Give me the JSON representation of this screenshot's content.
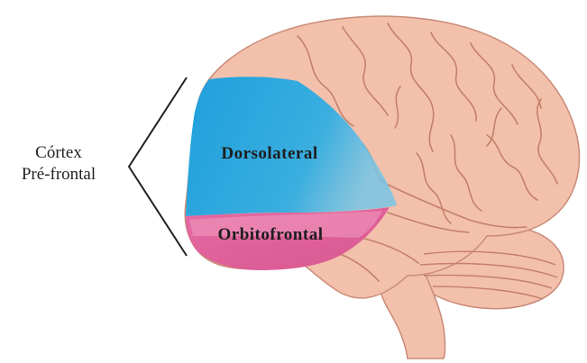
{
  "labels": {
    "side_label_line1": "Córtex",
    "side_label_line2": "Pré-frontal",
    "region_dorsolateral": "Dorsolateral",
    "region_orbitofrontal": "Orbitofrontal"
  },
  "colors": {
    "brain_fill": "#f3c0ab",
    "brain_outline": "#c98a78",
    "brain_groove": "#c4806c",
    "dorsolateral": "#2aa9de",
    "orbitofrontal": "#e0629c",
    "bracket": "#222222"
  }
}
